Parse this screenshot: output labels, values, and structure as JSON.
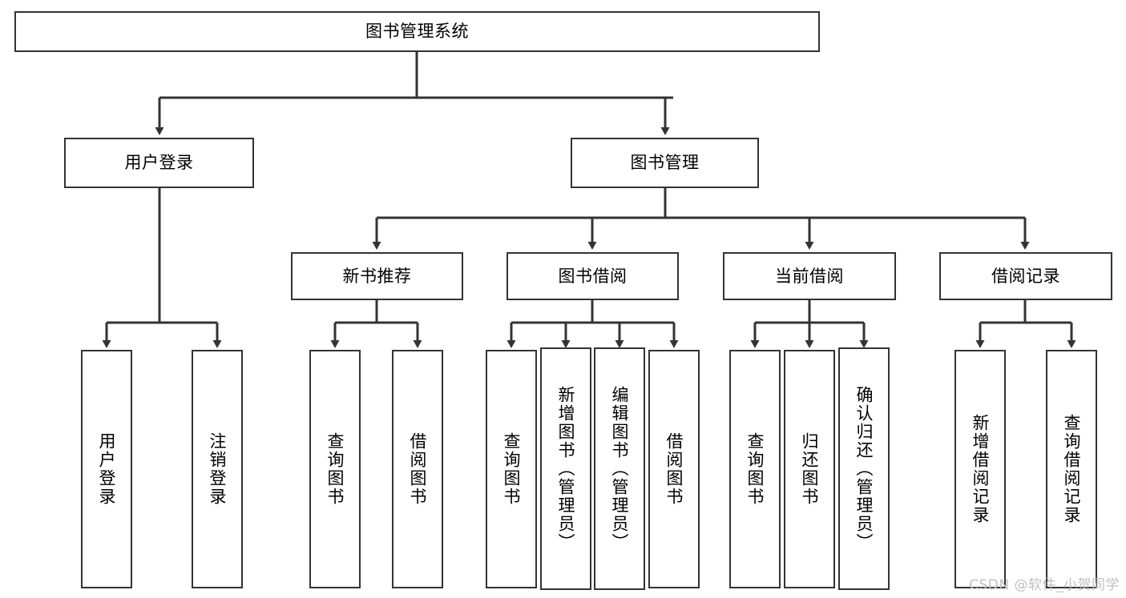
{
  "diagram": {
    "type": "tree-hierarchy",
    "title": "图书管理系统",
    "stroke_color": "#333333",
    "fill_color": "#ffffff",
    "text_color": "#000000",
    "root": {
      "label": "图书管理系统"
    },
    "level1": [
      {
        "label": "用户登录"
      },
      {
        "label": "图书管理"
      }
    ],
    "level2": [
      {
        "label": "新书推荐"
      },
      {
        "label": "图书借阅"
      },
      {
        "label": "当前借阅"
      },
      {
        "label": "借阅记录"
      }
    ],
    "leaves": {
      "user_login": [
        {
          "label": "用户登录"
        },
        {
          "label": "注销登录"
        }
      ],
      "new_book_recommend": [
        {
          "label": "查询图书"
        },
        {
          "label": "借阅图书"
        }
      ],
      "book_borrow": [
        {
          "label": "查询图书"
        },
        {
          "label": "新增图书（管理员）"
        },
        {
          "label": "编辑图书（管理员）"
        },
        {
          "label": "借阅图书"
        }
      ],
      "current_borrow": [
        {
          "label": "查询图书"
        },
        {
          "label": "归还图书"
        },
        {
          "label": "确认归还（管理员）"
        }
      ],
      "borrow_record": [
        {
          "label": "新增借阅记录"
        },
        {
          "label": "查询借阅记录"
        }
      ]
    }
  },
  "watermark": {
    "text": "CSDN @软件_小贺同学"
  }
}
